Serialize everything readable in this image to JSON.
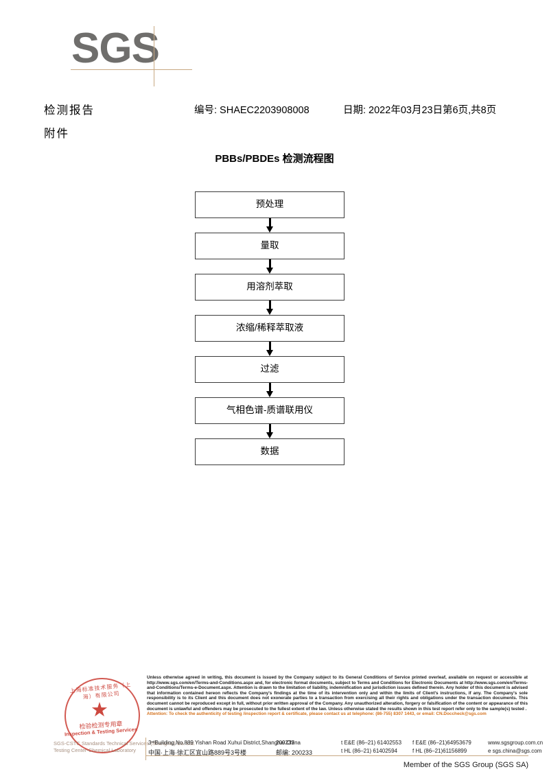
{
  "logo": {
    "brand": "SGS"
  },
  "header": {
    "title": "检测报告",
    "attachment": "附件",
    "report_no": "编号: SHAEC2203908008",
    "date": "日期: 2022年03月23日",
    "page": "第6页,共8页"
  },
  "flowchart": {
    "title": "PBBs/PBDEs 检测流程图",
    "steps": [
      {
        "label": "预处理"
      },
      {
        "label": "量取"
      },
      {
        "label": "用溶剂萃取"
      },
      {
        "label": "浓缩/稀释萃取液"
      },
      {
        "label": "过滤"
      },
      {
        "label": "气相色谱-质谱联用仪"
      },
      {
        "label": "数据"
      }
    ]
  },
  "stamp": {
    "arc_text": "上海标准技术服务（上海）有限公司",
    "cn_text": "检验检测专用章",
    "en_text": "Inspection & Testing Services",
    "sub_line1": "SGS-CSTC Standards Technical Services (Shanghai) Co. Ltd.",
    "sub_line2": "Testing Center-Chemical Laboratory"
  },
  "footer": {
    "legal_text": "Unless otherwise agreed in writing, this document is issued by the Company subject to its General Conditions of Service printed overleaf, available on request or accessible at http://www.sgs.com/en/Terms-and-Conditions.aspx and, for electronic format documents, subject to Terms and Conditions for Electronic Documents at http://www.sgs.com/en/Terms-and-Conditions/Terms-e-Document.aspx. Attention is drawn to the limitation of liability, indemnification and jurisdiction issues defined therein. Any holder of this document is advised that information contained hereon reflects the Company's findings at the time of its intervention only and within the limits of Client's instructions, if any. The Company's sole responsibility is to its Client and this document does not exonerate parties to a transaction from exercising all their rights and obligations under the transaction documents. This document cannot be reproduced except in full, without prior written approval of the Company. Any unauthorized alteration, forgery or falsification of the content or appearance of this document is unlawful and offenders may be prosecuted to the fullest extent of the law. Unless otherwise stated the results shown in this test report refer only to the sample(s) tested .",
    "attention_text": "Attention: To check the authenticity of testing /inspection report & certificate, please contact us at telephone: (86-755) 8307 1443, or email: CN.Doccheck@sgs.com",
    "address_en": "3ʳᵈBuilding,No.889 Yishan Road Xuhui District,Shanghai China",
    "zip_en": "200233",
    "tel_en": "t E&E (86–21) 61402553",
    "fax_en": "f E&E (86–21)64953679",
    "web": "www.sgsgroup.com.cn",
    "address_cn": "中国·上海·徐汇区宜山路889号3号楼",
    "zip_cn": "邮编: 200233",
    "tel_cn": "t HL (86–21) 61402594",
    "fax_cn": "f HL (86–21)61156899",
    "email": "e  sgs.china@sgs.com",
    "member": "Member of the SGS Group (SGS SA)"
  },
  "colors": {
    "logo_gray": "#6f6e6c",
    "rule_tan": "#c8a882",
    "attention_orange": "#d4721e",
    "stamp_red": "#c8352b"
  }
}
